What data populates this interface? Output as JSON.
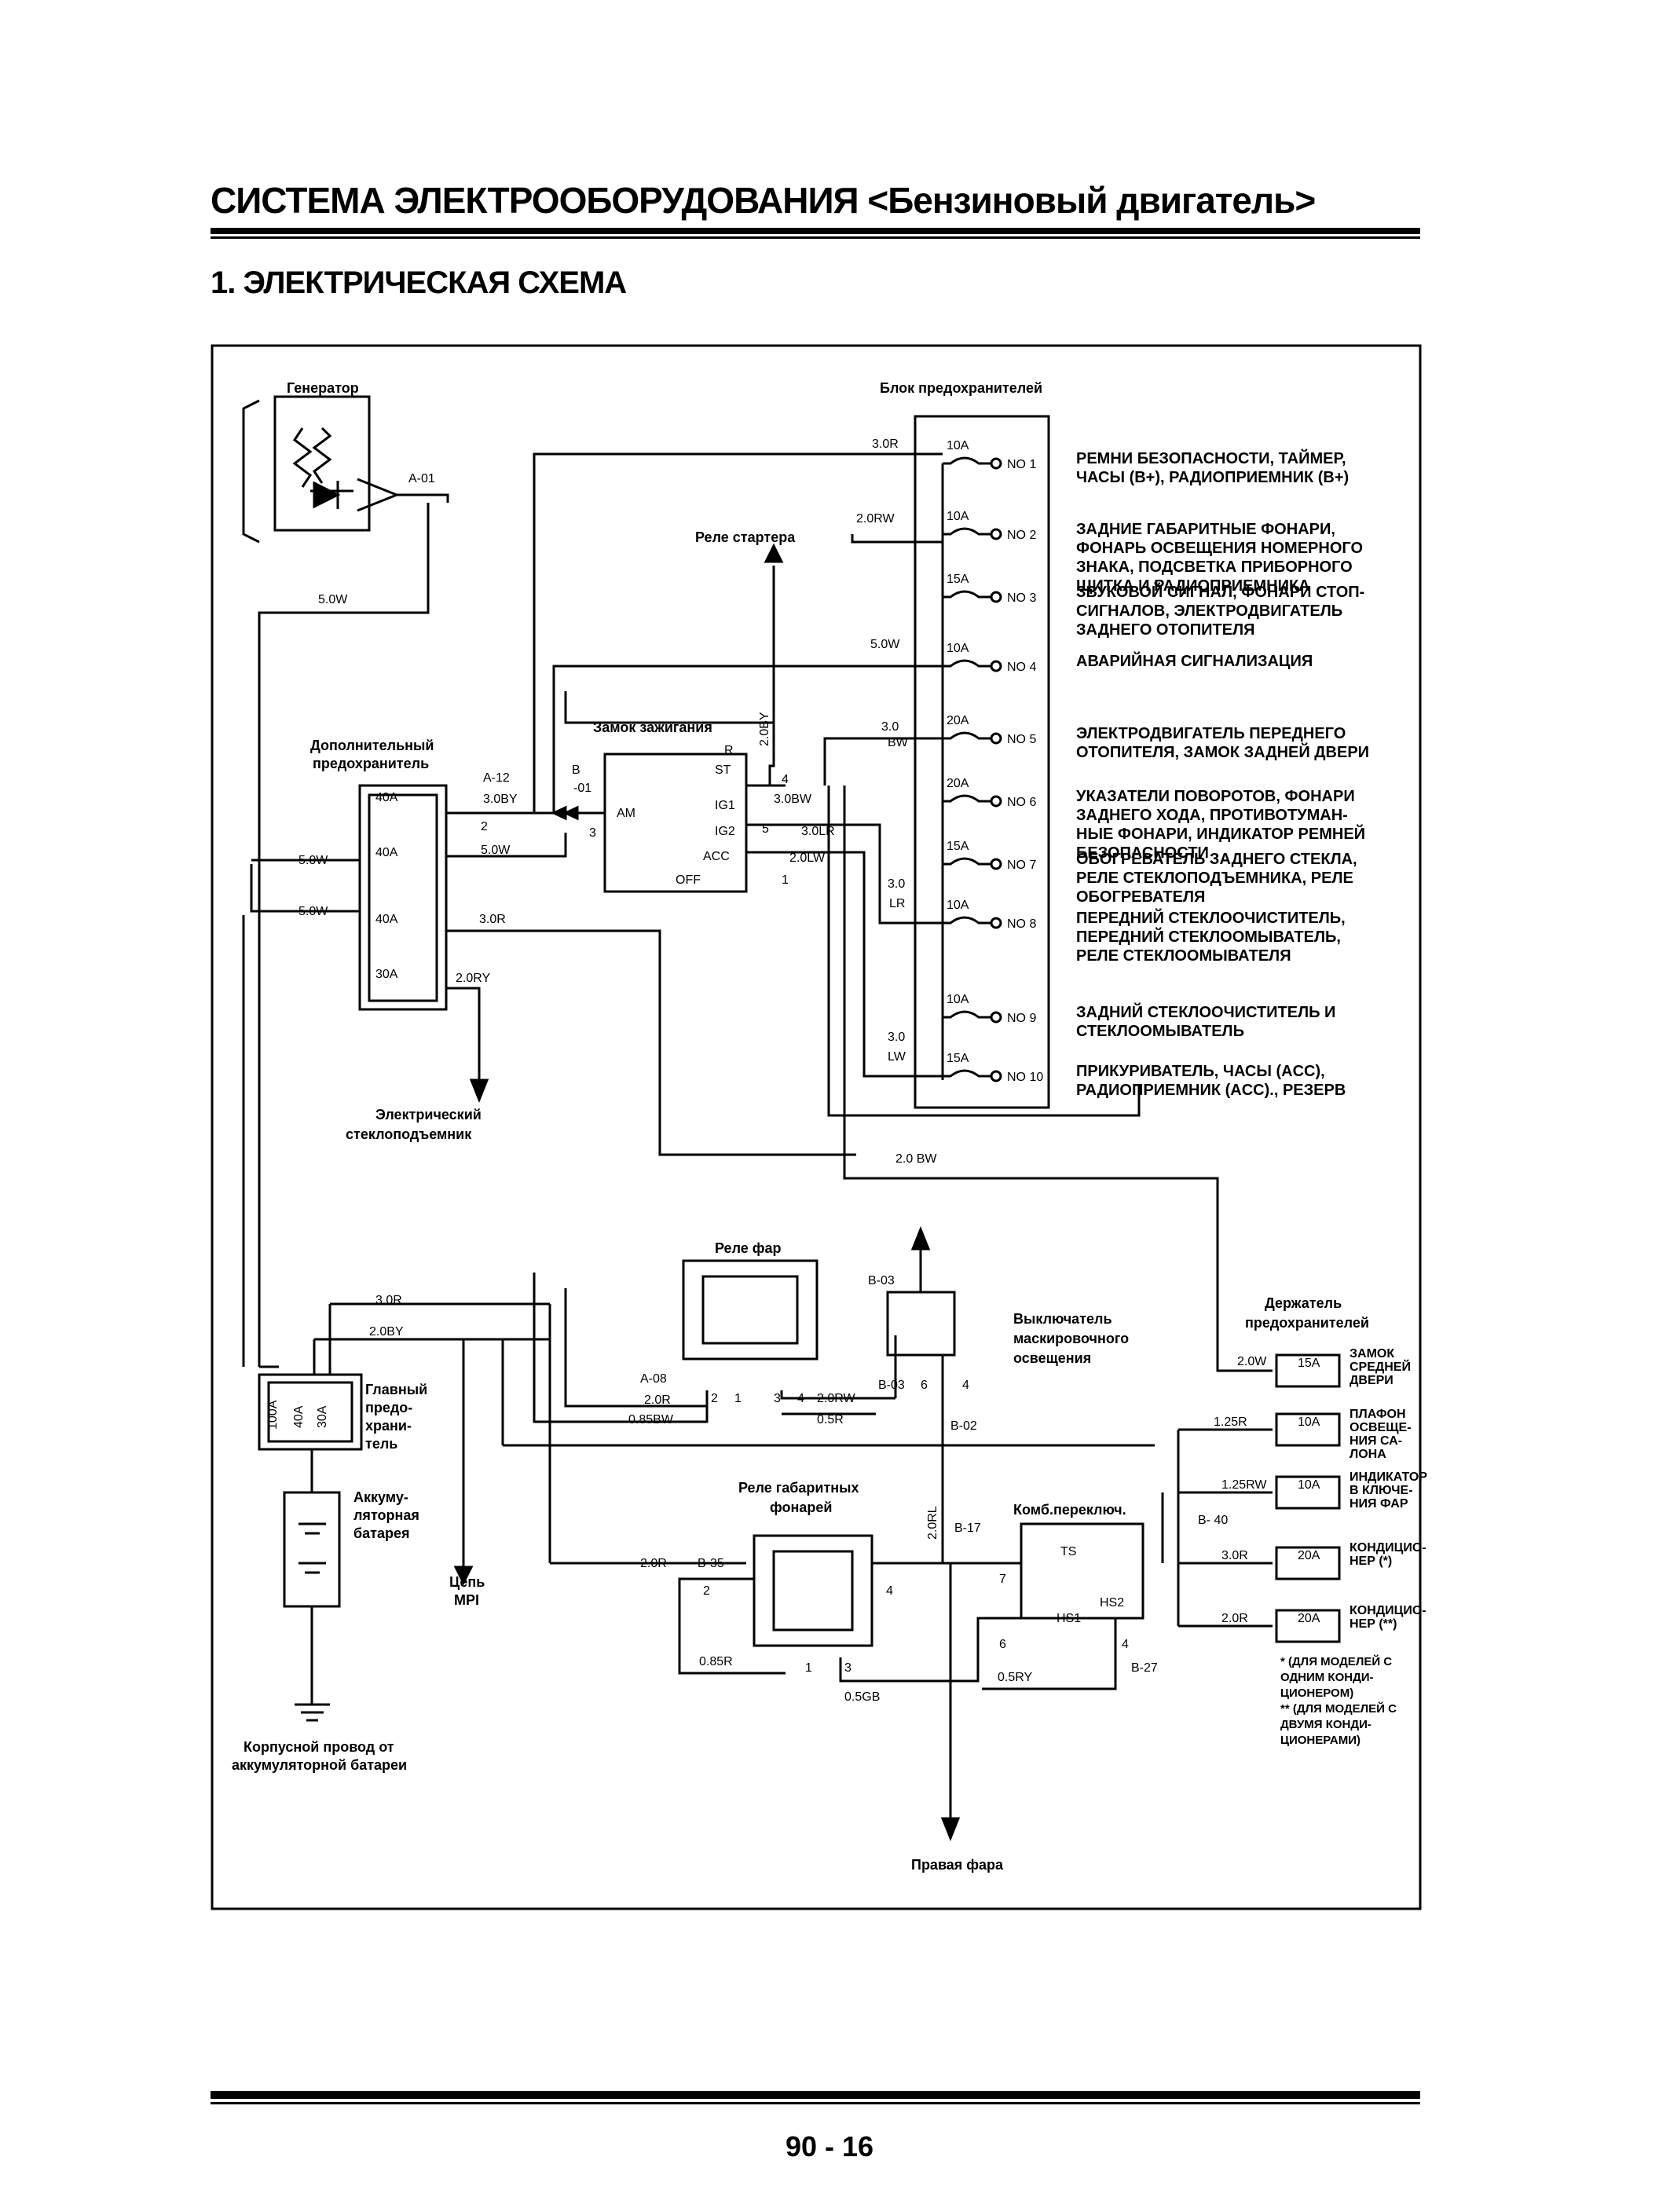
{
  "header": {
    "title": "СИСТЕМА ЭЛЕКТРООБОРУДОВАНИЯ <Бензиновый двигатель>",
    "section": "1. ЭЛЕКТРИЧЕСКАЯ СХЕМА"
  },
  "labels": {
    "generator": "Генератор",
    "a01": "A-01",
    "wire_5w_a": "5.0W",
    "fuse_block": "Блок предохранителей",
    "starter_relay": "Реле стартера",
    "ignition_switch": "Замок зажигания",
    "aux_fuse_1": "Дополнительный",
    "aux_fuse_2": "предохранитель",
    "a12": "A-12",
    "b01_1": "B",
    "b01_2": "-01",
    "w30by": "3.0BY",
    "w50w": "5.0W",
    "w30r": "3.0R",
    "w20ry": "2.0RY",
    "w50w_b": "5.0W",
    "w50w_c": "5.0W",
    "num2": "2",
    "num3": "3",
    "am": "AM",
    "st": "ST",
    "r": "R",
    "ig1": "IG1",
    "ig2": "IG2",
    "acc": "ACC",
    "off": "OFF",
    "n4": "4",
    "n5": "5",
    "n1": "1",
    "w30bw_ig": "3.0BW",
    "w30lr_ig": "3.0LR",
    "w20lw_ig": "2.0LW",
    "w20by": "2.0BY",
    "f40a_1": "40A",
    "f40a_2": "40A",
    "f40a_3": "40A",
    "f30a": "30A",
    "power_window_1": "Электрический",
    "power_window_2": "стеклоподъемник",
    "w30r_top": "3.0R",
    "w20rw_top": "2.0RW",
    "w50w_top": "5.0W",
    "w30bw_top_1": "3.0",
    "w30bw_top_2": "BW",
    "w30lr_1": "3.0",
    "w30lr_2": "LR",
    "w30lw_1": "3.0",
    "w30lw_2": "LW",
    "w20bw_long": "2.0 BW",
    "headlight_relay": "Реле фар",
    "b03": "B-03",
    "dimmer_switch_1": "Выключатель",
    "dimmer_switch_2": "маскировочного",
    "dimmer_switch_3": "освещения",
    "a08": "A-08",
    "w20r_a08": "2.0R",
    "w085bw": "0.85BW",
    "hr_2": "2",
    "hr_1": "1",
    "hr_3": "3",
    "hr_4": "4",
    "w20rw_b03": "2.0RW",
    "b03_b": "B-03",
    "w05r": "0.5R",
    "n6": "6",
    "n4b": "4",
    "b02": "B-02",
    "w30r_mid": "3.0R",
    "w20by_mid": "2.0BY",
    "main_fuse_1": "Главный",
    "main_fuse_2": "предо-",
    "main_fuse_3": "храни-",
    "main_fuse_4": "тель",
    "f100a": "100A",
    "f40a_m": "40A",
    "f30a_m": "30A",
    "battery_1": "Аккуму-",
    "battery_2": "ляторная",
    "battery_3": "батарея",
    "mpi_1": "Цепь",
    "mpi_2": "MPI",
    "ground_1": "Корпусной провод от",
    "ground_2": "аккумуляторной батареи",
    "tail_relay_1": "Реле габаритных",
    "tail_relay_2": "фонарей",
    "w20r_b35": "2.0R",
    "b35": "B-35",
    "tr_2": "2",
    "tr_4": "4",
    "tr_1": "1",
    "tr_3": "3",
    "w085r": "0.85R",
    "w05gb": "0.5GB",
    "w20rl": "2.0RL",
    "b17": "B-17",
    "comb_switch": "Комб.переключ.",
    "ts": "TS",
    "hs1": "HS1",
    "hs2": "HS2",
    "cs_7": "7",
    "cs_6": "6",
    "cs_4": "4",
    "w05ry": "0.5RY",
    "b27": "B-27",
    "right_headlight": "Правая фара",
    "fuse_holder_1": "Держатель",
    "fuse_holder_2": "предохранителей",
    "w20w_fh": "2.0W",
    "w125r": "1.25R",
    "w125rw": "1.25RW",
    "b40": "B- 40",
    "w30r_fh": "3.0R",
    "w20r_fh": "2.0R",
    "fh_15a": "15A",
    "fh_10a_1": "10A",
    "fh_10a_2": "10A",
    "fh_20a_1": "20A",
    "fh_20a_2": "20A",
    "fh_d1": [
      "ЗАМОК",
      "СРЕДНЕЙ",
      "ДВЕРИ"
    ],
    "fh_d2": [
      "ПЛАФОН",
      "ОСВЕЩЕ-",
      "НИЯ СА-",
      "ЛОНА"
    ],
    "fh_d3": [
      "ИНДИКАТОР",
      "В КЛЮЧЕ-",
      "НИЯ ФАР"
    ],
    "fh_d4": [
      "КОНДИЦИО-",
      "НЕР (*)"
    ],
    "fh_d5": [
      "КОНДИЦИО-",
      "НЕР (**)"
    ],
    "note": [
      "* (ДЛЯ МОДЕЛЕЙ С",
      "ОДНИМ КОНДИ-",
      "ЦИОНЕРОМ)",
      "** (ДЛЯ МОДЕЛЕЙ С",
      "ДВУМЯ КОНДИ-",
      "ЦИОНЕРАМИ)"
    ]
  },
  "fuses": [
    {
      "amp": "10A",
      "no": "NO 1",
      "desc": [
        "РЕМНИ БЕЗОПАСНОСТИ, ТАЙМЕР,",
        "ЧАСЫ (B+), РАДИОПРИЕМНИК (B+)"
      ]
    },
    {
      "amp": "10A",
      "no": "NO 2",
      "desc": [
        "ЗАДНИЕ ГАБАРИТНЫЕ ФОНАРИ,",
        "ФОНАРЬ ОСВЕЩЕНИЯ НОМЕРНОГО",
        "ЗНАКА, ПОДСВЕТКА ПРИБОРНОГО",
        "ЩИТКА И РАДИОПРИЕМНИКА"
      ]
    },
    {
      "amp": "15A",
      "no": "NO 3",
      "desc": [
        "ЗВУКОВОЙ СИГНАЛ, ФОНАРИ СТОП-",
        "СИГНАЛОВ, ЭЛЕКТРОДВИГАТЕЛЬ",
        "ЗАДНЕГО ОТОПИТЕЛЯ"
      ]
    },
    {
      "amp": "10A",
      "no": "NO 4",
      "desc": [
        "АВАРИЙНАЯ СИГНАЛИЗАЦИЯ"
      ]
    },
    {
      "amp": "20A",
      "no": "NO 5",
      "desc": [
        "ЭЛЕКТРОДВИГАТЕЛЬ ПЕРЕДНЕГО",
        "ОТОПИТЕЛЯ, ЗАМОК ЗАДНЕЙ ДВЕРИ"
      ]
    },
    {
      "amp": "20A",
      "no": "NO 6",
      "desc": [
        "УКАЗАТЕЛИ ПОВОРОТОВ, ФОНАРИ",
        "ЗАДНЕГО ХОДА, ПРОТИВОТУМАН-",
        "НЫЕ ФОНАРИ, ИНДИКАТОР РЕМНЕЙ",
        "БЕЗОПАСНОСТИ"
      ]
    },
    {
      "amp": "15A",
      "no": "NO 7",
      "desc": [
        "ОБОГРЕВАТЕЛЬ ЗАДНЕГО СТЕКЛА,",
        "РЕЛЕ СТЕКЛОПОДЪЕМНИКА, РЕЛЕ",
        "ОБОГРЕВАТЕЛЯ"
      ]
    },
    {
      "amp": "10A",
      "no": "NO 8",
      "desc": [
        "ПЕРЕДНИЙ СТЕКЛООЧИСТИТЕЛЬ,",
        "ПЕРЕДНИЙ СТЕКЛООМЫВАТЕЛЬ,",
        "РЕЛЕ СТЕКЛООМЫВАТЕЛЯ"
      ]
    },
    {
      "amp": "10A",
      "no": "NO 9",
      "desc": [
        "ЗАДНИЙ СТЕКЛООЧИСТИТЕЛЬ И",
        "СТЕКЛООМЫВАТЕЛЬ"
      ]
    },
    {
      "amp": "15A",
      "no": "NO 10",
      "desc": [
        "ПРИКУРИВАТЕЛЬ, ЧАСЫ (ACC),",
        "РАДИОПРИЕМНИК (ACC)., РЕЗЕРВ"
      ]
    }
  ],
  "footer": {
    "page_number": "90 - 16"
  }
}
